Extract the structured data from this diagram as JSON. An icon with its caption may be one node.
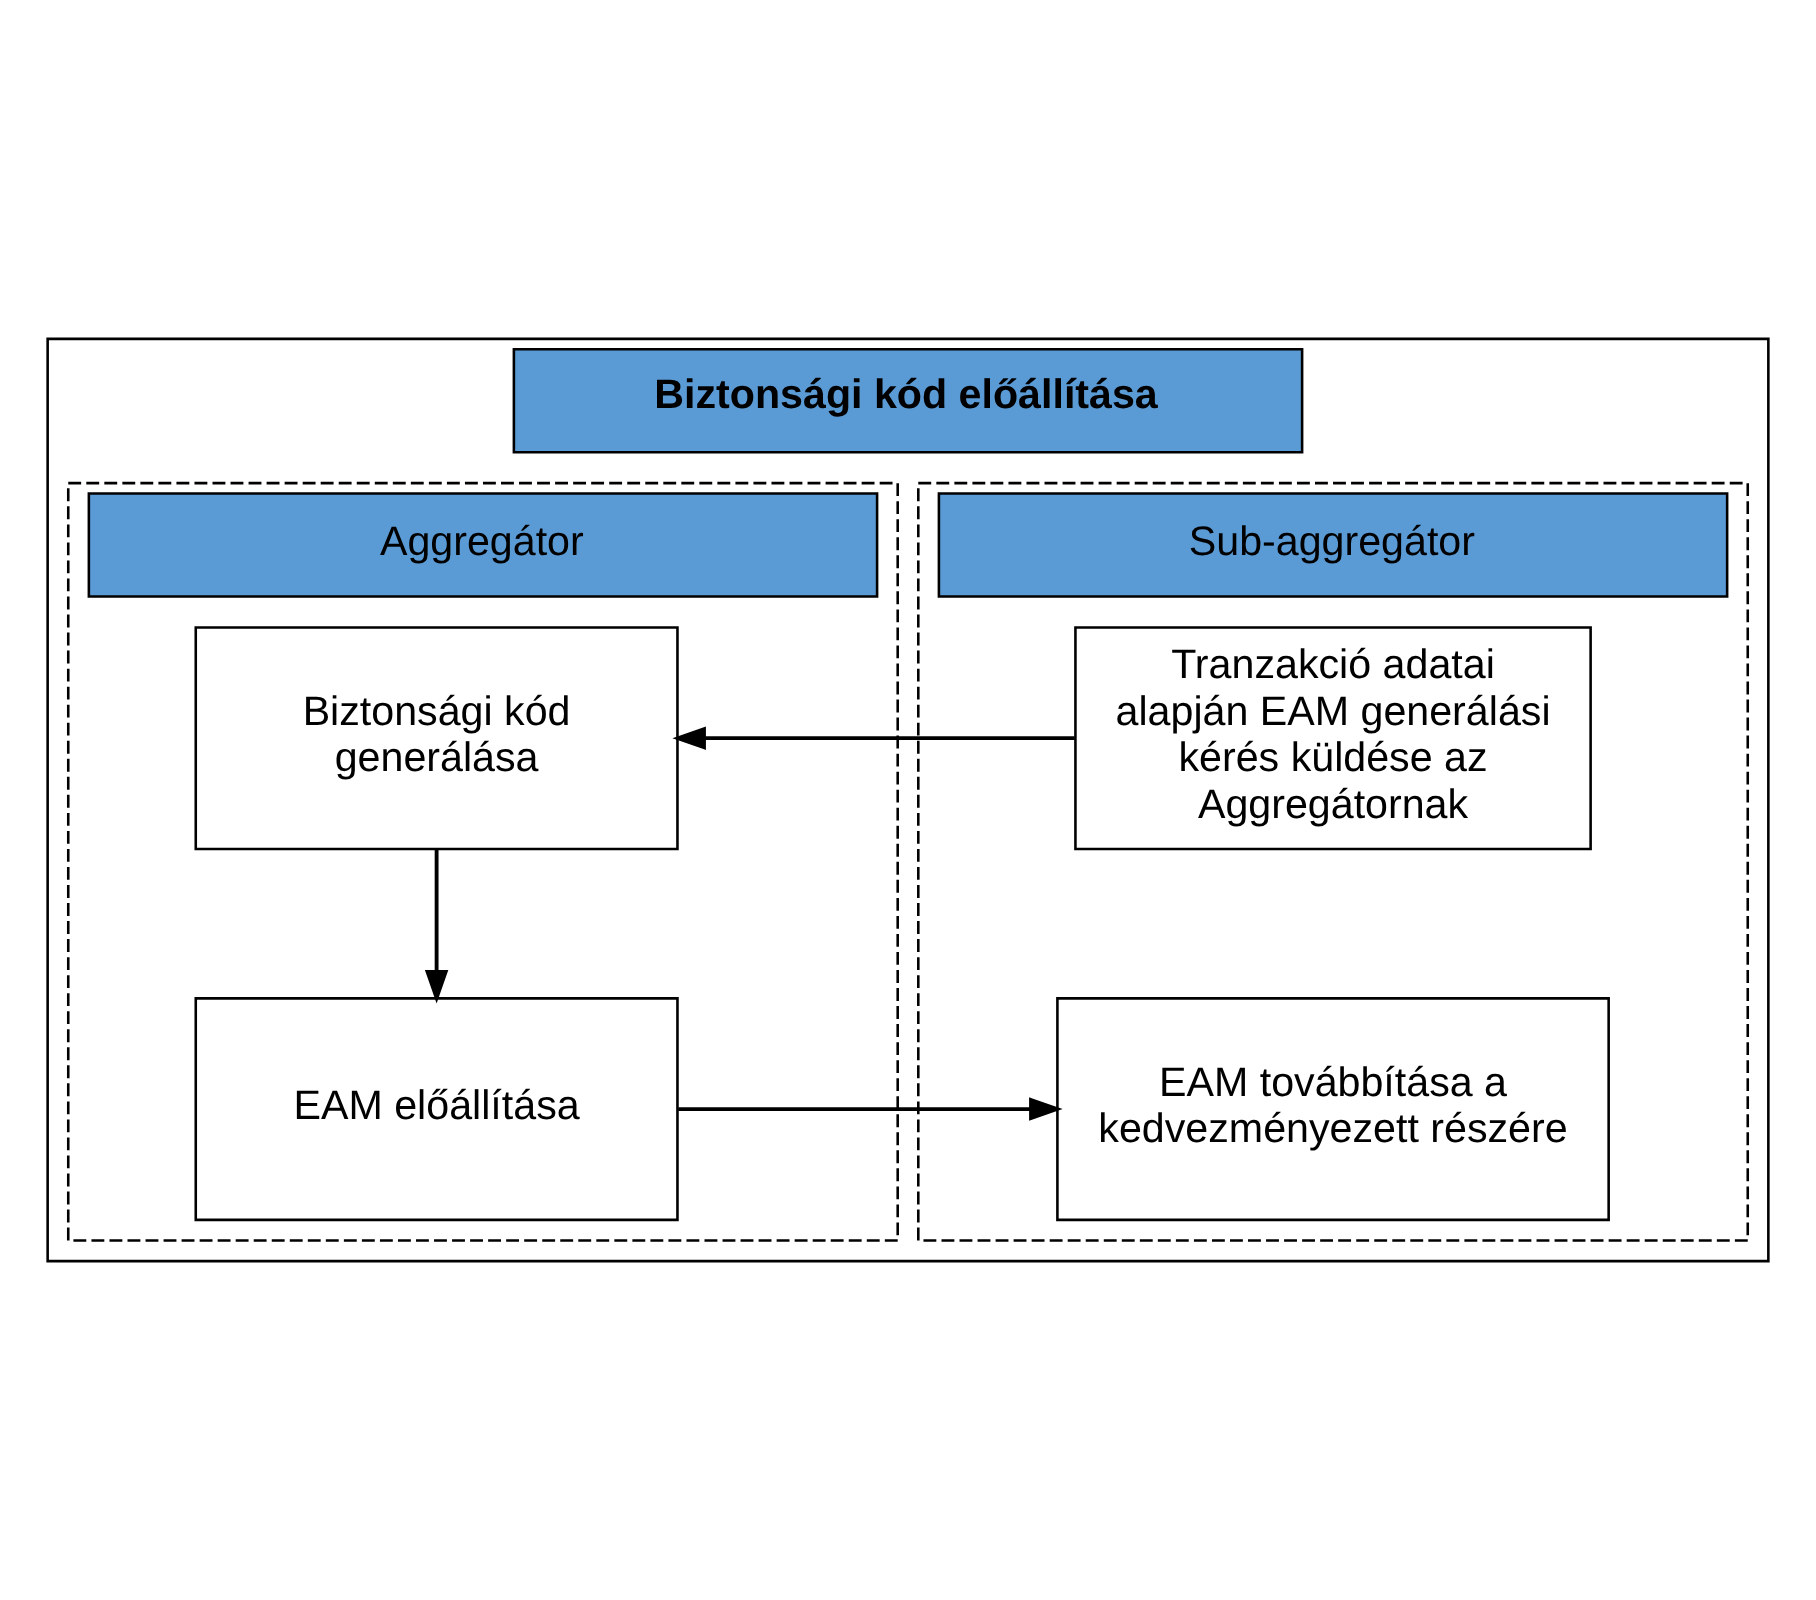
{
  "diagram": {
    "nodes": [
      {
        "text": [
          "Biztonsági kód előállítása"
        ]
      },
      {
        "text": [
          "Sub-aggregátor"
        ],
        "in": 0
      },
      {
        "text": [
          "Aggregátor"
        ],
        "in": 0
      },
      {
        "text": [
          "Tranzakció adatai alapján EAM generálási kérés küldése az Aggregátornak"
        ],
        "in": 1
      },
      {
        "text": [
          "Biztonsági kód generálása"
        ],
        "in": 2
      },
      {
        "text": [
          "EAM előállítása"
        ],
        "in": 2
      },
      {
        "text": [
          "EAM továbbítása a kedvezményezett részére"
        ],
        "in": 1
      }
    ],
    "edges": [
      {
        "from": 3,
        "to": 4,
        "arrow": "to"
      },
      {
        "from": 4,
        "to": 5,
        "arrow": "to"
      },
      {
        "from": 5,
        "to": 6,
        "arrow": "to"
      }
    ]
  }
}
